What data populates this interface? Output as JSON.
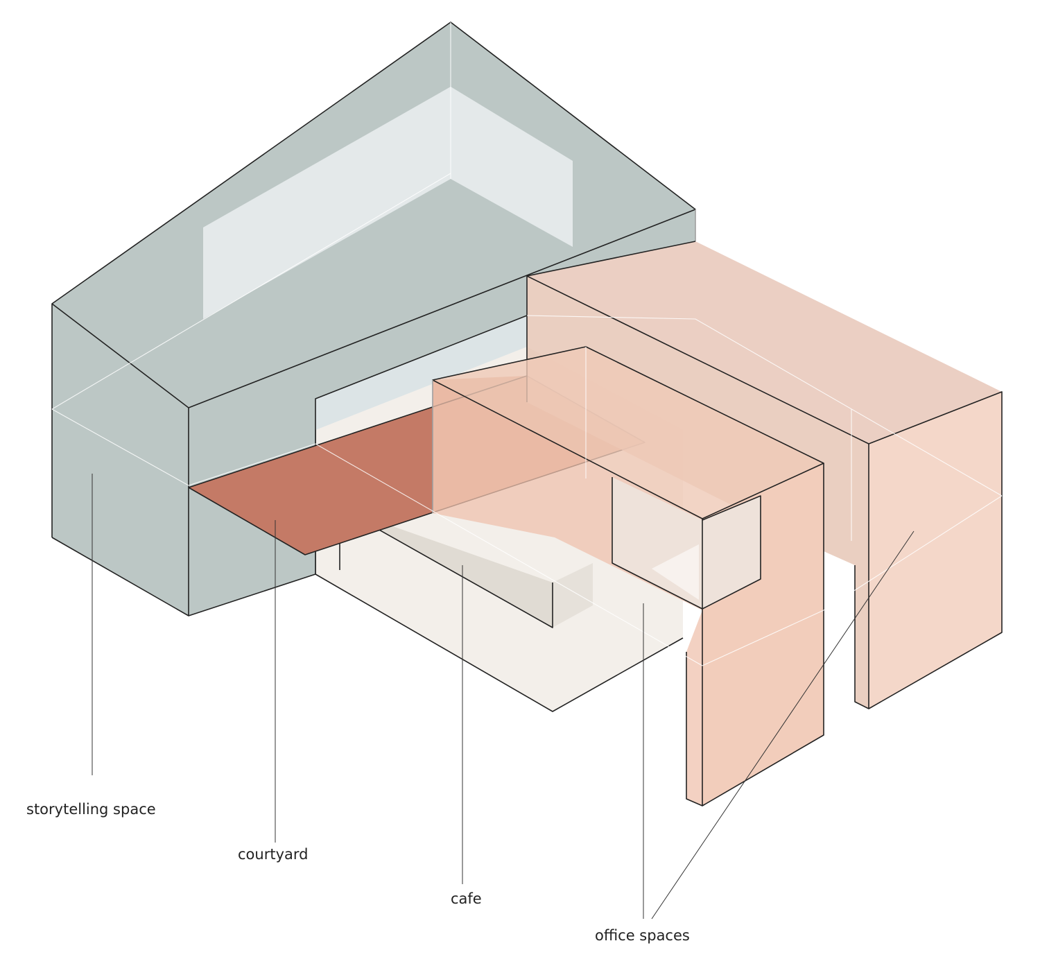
{
  "colors": {
    "storytelling_space": "#bcc7c5",
    "storytelling_highlight": "#e4e9ea",
    "courtyard": "#c47a66",
    "courtyard_overlap": "#dba48c",
    "cafe_floor": "#f3efea",
    "cafe_walls": "#e2ddd6",
    "office_spaces": "#f2cdbb",
    "office_spaces_dark": "#e5c3b2",
    "outline": "#222222"
  },
  "labels": {
    "storytelling_space": "storytelling space",
    "courtyard": "courtyard",
    "cafe": "cafe",
    "office_spaces": "office spaces"
  }
}
